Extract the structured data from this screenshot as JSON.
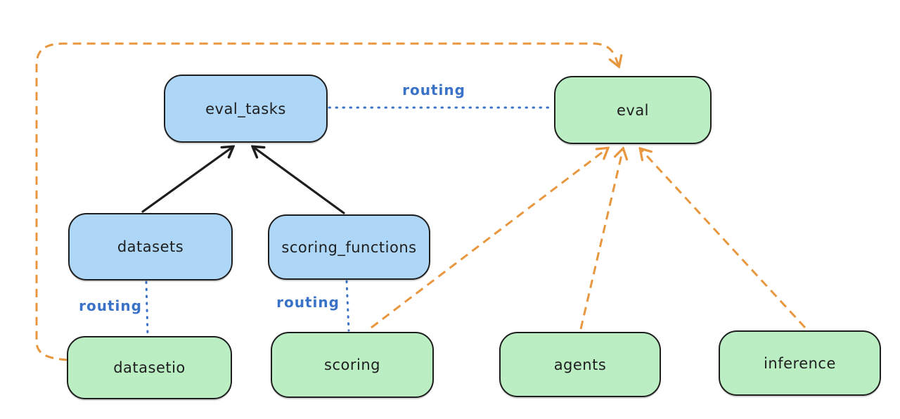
{
  "diagram": {
    "colors": {
      "stroke": "#1e1e1e",
      "blue_fill": "#aed6f7",
      "green_fill": "#bceec4",
      "routing_blue": "#3a72c8",
      "orange": "#e8973f"
    },
    "nodes": [
      {
        "id": "eval_tasks",
        "label": "eval_tasks",
        "type": "blue"
      },
      {
        "id": "eval",
        "label": "eval",
        "type": "green"
      },
      {
        "id": "datasets",
        "label": "datasets",
        "type": "blue"
      },
      {
        "id": "scoring_functions",
        "label": "scoring_functions",
        "type": "blue"
      },
      {
        "id": "datasetio",
        "label": "datasetio",
        "type": "green"
      },
      {
        "id": "scoring",
        "label": "scoring",
        "type": "green"
      },
      {
        "id": "agents",
        "label": "agents",
        "type": "green"
      },
      {
        "id": "inference",
        "label": "inference",
        "type": "green"
      }
    ],
    "edges": [
      {
        "from": "datasets",
        "to": "eval_tasks",
        "style": "solid-black-arrow",
        "label": ""
      },
      {
        "from": "scoring_functions",
        "to": "eval_tasks",
        "style": "solid-black-arrow",
        "label": ""
      },
      {
        "from": "eval_tasks",
        "to": "eval",
        "style": "dotted-blue",
        "label": "routing"
      },
      {
        "from": "datasets",
        "to": "datasetio",
        "style": "dotted-blue",
        "label": "routing"
      },
      {
        "from": "scoring_functions",
        "to": "scoring",
        "style": "dotted-blue",
        "label": "routing"
      },
      {
        "from": "datasetio",
        "to": "eval",
        "style": "dashed-orange-arrow",
        "label": ""
      },
      {
        "from": "scoring",
        "to": "eval",
        "style": "dashed-orange-arrow",
        "label": ""
      },
      {
        "from": "agents",
        "to": "eval",
        "style": "dashed-orange-arrow",
        "label": ""
      },
      {
        "from": "inference",
        "to": "eval",
        "style": "dashed-orange-arrow",
        "label": ""
      }
    ]
  }
}
